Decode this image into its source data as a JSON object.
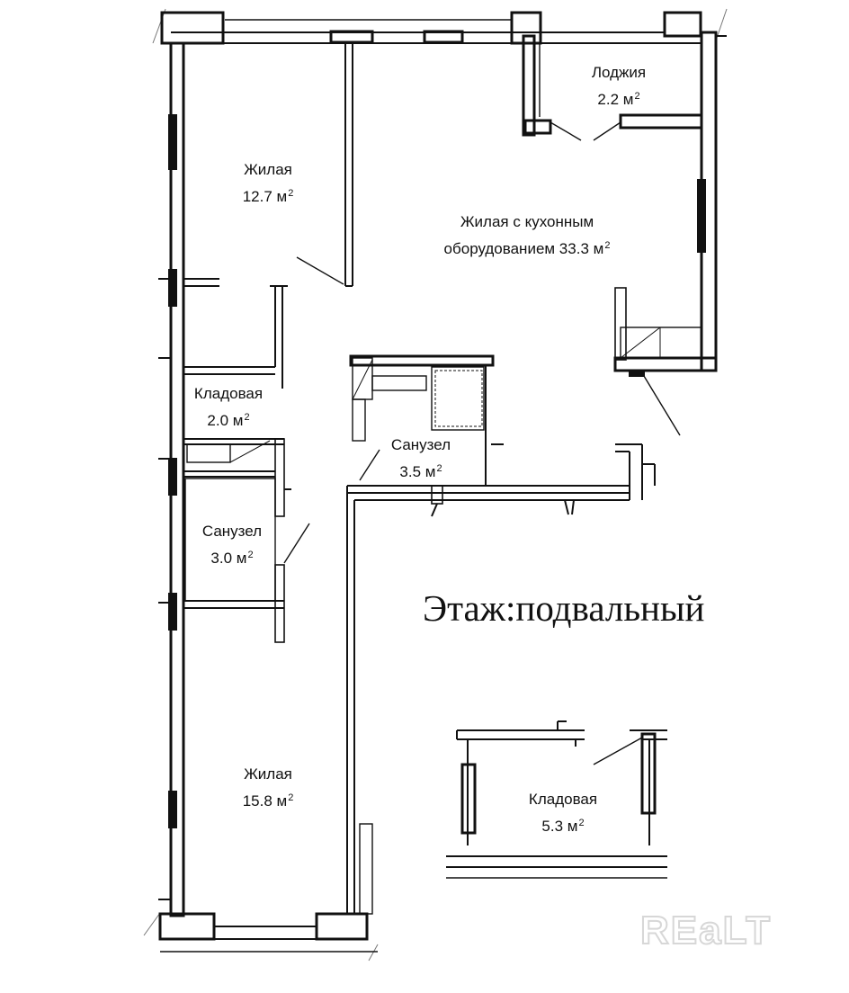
{
  "plan": {
    "floor_label": "Этаж:подвальный",
    "unit": "м",
    "unit_power": "2",
    "watermark": "REaLT",
    "colors": {
      "walls": "#111111",
      "background": "#ffffff",
      "hatch": "#777777",
      "watermark": "#d7d7d7"
    }
  },
  "rooms": [
    {
      "name": "Жилая",
      "area": "12.7 м"
    },
    {
      "name": "Жилая с кухонным",
      "area": "оборудованием 33.3 м"
    },
    {
      "name": "Лоджия",
      "area": "2.2 м"
    },
    {
      "name": "Кладовая",
      "area": "2.0 м"
    },
    {
      "name": "Санузел",
      "area": "3.5 м"
    },
    {
      "name": "Санузел",
      "area": "3.0 м"
    },
    {
      "name": "Жилая",
      "area": "15.8 м"
    },
    {
      "name": "Кладовая",
      "area": "5.3 м"
    }
  ]
}
